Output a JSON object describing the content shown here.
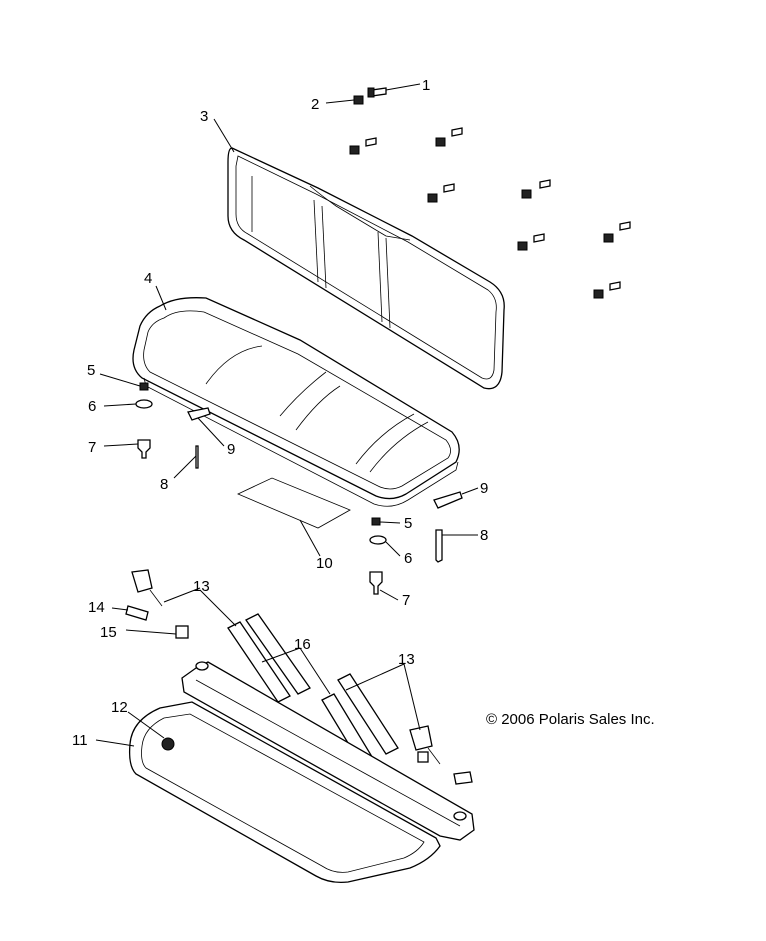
{
  "diagram": {
    "callouts": [
      "1",
      "2",
      "3",
      "4",
      "5",
      "6",
      "7",
      "8",
      "9",
      "10",
      "11",
      "12",
      "13",
      "14",
      "15",
      "16"
    ],
    "copyright": "© 2006 Polaris Sales Inc."
  }
}
